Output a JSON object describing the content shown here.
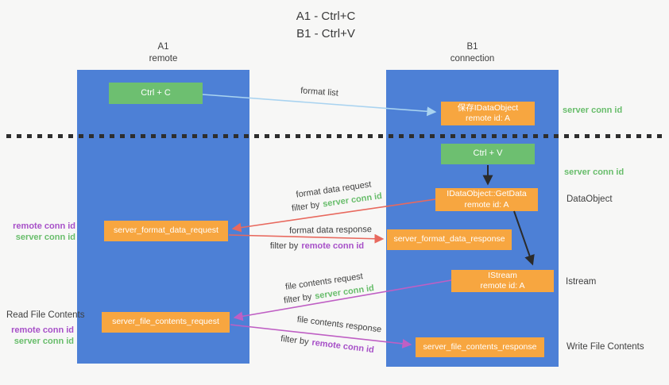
{
  "header": {
    "title_line1": "A1 - Ctrl+C",
    "title_line2": "B1 - Ctrl+V"
  },
  "lanes": {
    "left": {
      "name": "A1",
      "subtitle": "remote"
    },
    "right": {
      "name": "B1",
      "subtitle": "connection"
    }
  },
  "nodes": {
    "ctrl_c": {
      "label": "Ctrl + C"
    },
    "save_idataobject": {
      "line1": "保存IDataObject",
      "line2": "remote id: A"
    },
    "ctrl_v": {
      "label": "Ctrl + V"
    },
    "getdata": {
      "line1": "IDataObject::GetData",
      "line2": "remote id: A"
    },
    "format_request": {
      "label": "server_format_data_request"
    },
    "format_response": {
      "label": "server_format_data_response"
    },
    "istream": {
      "line1": "IStream",
      "line2": "remote id: A"
    },
    "file_request": {
      "label": "server_file_contents_request"
    },
    "file_response": {
      "label": "server_file_contents_response"
    }
  },
  "arrow_labels": {
    "format_list": "format list",
    "format_data_request": "format data request",
    "format_data_response": "format data response",
    "file_contents_request": "file contents request",
    "file_contents_response": "file contents response",
    "filter_by": "filter by",
    "server_conn_id": "server conn id",
    "remote_conn_id": "remote conn id"
  },
  "side_labels": {
    "server_conn_id_top": "server conn id",
    "server_conn_id_mid": "server conn id",
    "dataobject": "DataObject",
    "istream": "Istream",
    "write_file_contents": "Write File Contents",
    "read_file_contents": "Read File Contents",
    "remote_conn_id": "remote conn id",
    "server_conn_id": "server conn id"
  },
  "colors": {
    "lane_blue": "#4d80d6",
    "node_green": "#6dbf70",
    "node_orange": "#f7a640",
    "arrow_light_blue": "#a9d3f0",
    "arrow_red": "#e8695e",
    "arrow_magenta": "#bf5fc4",
    "arrow_black": "#2b2b2b",
    "text_green": "#68bd6b",
    "text_purple": "#a750c8",
    "text_dark": "#3d3d3d",
    "background": "#f7f7f6"
  }
}
